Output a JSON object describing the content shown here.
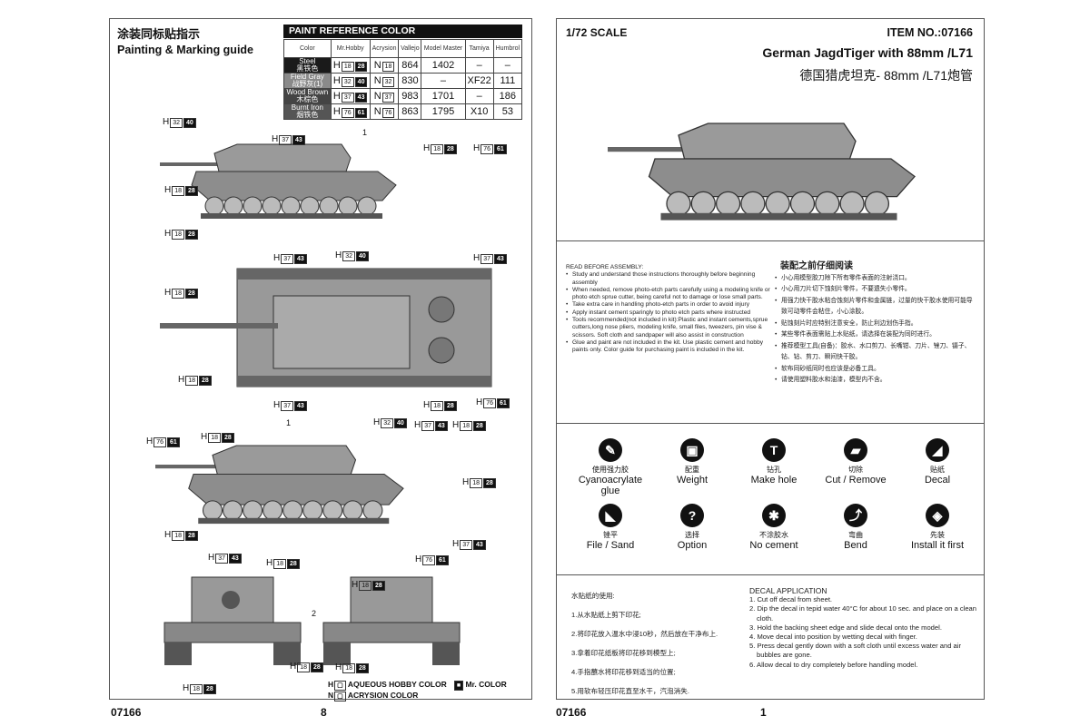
{
  "left_page": {
    "title_cn": "涂装同标贴指示",
    "title_en": "Painting & Marking guide",
    "paint_table": {
      "title": "PAINT  REFERENCE COLOR",
      "headers": [
        "Color",
        "Mr.Hobby",
        "Acrysion",
        "Vallejo",
        "Model Master",
        "Tamiya",
        "Humbrol"
      ],
      "rows": [
        {
          "color_en": "Steel",
          "color_cn": "黑铁色",
          "swatch": "#1a1a1a",
          "h_a": "18",
          "h_b": "28",
          "n": "18",
          "vallejo": "864",
          "model_master": "1402",
          "tamiya": "–",
          "humbrol": "–"
        },
        {
          "color_en": "Field Gray",
          "color_cn": "战野灰(1)",
          "swatch": "#8a8a8a",
          "h_a": "32",
          "h_b": "40",
          "n": "32",
          "vallejo": "830",
          "model_master": "–",
          "tamiya": "XF22",
          "humbrol": "111"
        },
        {
          "color_en": "Wood Brown",
          "color_cn": "木棕色",
          "swatch": "#444",
          "h_a": "37",
          "h_b": "43",
          "n": "37",
          "vallejo": "983",
          "model_master": "1701",
          "tamiya": "–",
          "humbrol": "186"
        },
        {
          "color_en": "Burnt Iron",
          "color_cn": "烟铁色",
          "swatch": "#555",
          "h_a": "76",
          "h_b": "61",
          "n": "76",
          "vallejo": "863",
          "model_master": "1795",
          "tamiya": "X10",
          "humbrol": "53"
        }
      ]
    },
    "callouts": [
      [
        "32",
        "40"
      ],
      [
        "37",
        "43"
      ],
      [
        "18",
        "28"
      ],
      [
        "76",
        "61"
      ],
      [
        "18",
        "28"
      ],
      [
        "18",
        "28"
      ],
      [
        "37",
        "43"
      ],
      [
        "32",
        "40"
      ],
      [
        "37",
        "43"
      ],
      [
        "18",
        "28"
      ],
      [
        "18",
        "28"
      ],
      [
        "37",
        "43"
      ],
      [
        "18",
        "28"
      ],
      [
        "76",
        "61"
      ],
      [
        "37",
        "43"
      ],
      [
        "18",
        "28"
      ],
      [
        "76",
        "61"
      ],
      [
        "18",
        "28"
      ],
      [
        "32",
        "40"
      ],
      [
        "18",
        "28"
      ],
      [
        "18",
        "28"
      ],
      [
        "37",
        "43"
      ],
      [
        "18",
        "28"
      ],
      [
        "76",
        "61"
      ],
      [
        "37",
        "43"
      ],
      [
        "18",
        "28"
      ],
      [
        "18",
        "28"
      ],
      [
        "18",
        "28"
      ],
      [
        "18",
        "28"
      ]
    ],
    "callout_prefix": "H",
    "pointer_labels": [
      "1",
      "1",
      "2"
    ],
    "legend": {
      "aqueous": "AQUEOUS HOBBY COLOR",
      "acrysion": "ACRYSION COLOR",
      "mr_color": "Mr. COLOR",
      "h": "H",
      "n": "N"
    },
    "footer_code": "07166",
    "page_number": "8"
  },
  "right_page": {
    "scale": "1/72 SCALE",
    "item_no": "ITEM NO.:07166",
    "title_en": "German JagdTiger with 88mm /L71",
    "title_cn": "德国猎虎坦克- 88mm /L71炮管",
    "read_before": {
      "title": "READ BEFORE ASSEMBLY:",
      "items": [
        "Study and understand those instructions thoroughly before beginning assembly",
        "When needed, remove photo-etch parts carefully using a modeling knife or photo etch sprue cutter, being careful not to damage or lose small parts.",
        "Take extra care in handling photo-etch parts in order to avoid injury",
        "Apply instant cement sparingly to photo etch parts where instructed",
        "Tools recommended(not included in kit):Plastic and instant cements,sprue cutters,long nose pliers, modeling knife, small files, tweezers, pin vise & scissors. Soft cloth and sandpaper will also assist in construction",
        "Glue and paint are not included in the kit. Use plastic cement and hobby paints only. Color guide for purchasing paint is included in the kit."
      ]
    },
    "read_before_cn": {
      "title": "装配之前仔细阅读",
      "items": [
        "小心用模型胶刀除下所有零件表面的注射浇口。",
        "小心用刀片切下蚀刻片零件，不要遗失小零件。",
        "用强力快干胶水粘合蚀刻片零件和金属链，过量的快干胶水使用可能导致可动零件会粘住，小心涂胶。",
        "贴蚀刻片时应特别注意安全，防止利边划伤手指。",
        "某些零件表面需贴上水贴纸，请选择在装配为同时进行。",
        "推荐模型工具(自备)：胶水、水口剪刀、长嘴钳、刀片、锉刀、镊子、钻、钻、剪刀、瞬间快干胶。",
        "软布同砂纸同时也应该是必备工具。",
        "请使用塑料胶水和油漆，模型内不含。"
      ]
    },
    "symbols": [
      {
        "cn": "使用强力胶",
        "en": "Cyanoacrylate glue",
        "glyph": "glue-icon",
        "char": "✎"
      },
      {
        "cn": "配重",
        "en": "Weight",
        "glyph": "weight-icon",
        "char": "▣"
      },
      {
        "cn": "钻孔",
        "en": "Make hole",
        "glyph": "drill-icon",
        "char": "T"
      },
      {
        "cn": "切除",
        "en": "Cut / Remove",
        "glyph": "cut-icon",
        "char": "▰"
      },
      {
        "cn": "贴纸",
        "en": "Decal",
        "glyph": "decal-icon",
        "char": "◢"
      },
      {
        "cn": "锉平",
        "en": "File / Sand",
        "glyph": "file-icon",
        "char": "◣"
      },
      {
        "cn": "选择",
        "en": "Option",
        "glyph": "question-icon",
        "char": "?"
      },
      {
        "cn": "不涂胶水",
        "en": "No cement",
        "glyph": "no-cement-icon",
        "char": "✱"
      },
      {
        "cn": "弯曲",
        "en": "Bend",
        "glyph": "bend-icon",
        "char": "⤴"
      },
      {
        "cn": "先装",
        "en": "Install it first",
        "glyph": "install-first-icon",
        "char": "◈"
      }
    ],
    "decal_cn": {
      "title": "水贴纸的使用:",
      "items": [
        "1.从水贴纸上剪下印花;",
        "2.将印花放入温水中浸10秒，然后放在干净布上.",
        "3.拿着印花纸板将印花移到模型上;",
        "4.手指蘸水将印花移到适当的位置;",
        "5.用软布轻压印花直至水干，汽泡消失."
      ]
    },
    "decal_en": {
      "title": "DECAL APPLICATION",
      "items": [
        "1. Cut off decal from sheet.",
        "2. Dip the decal in tepid water 40°C for about 10 sec. and place on a clean cloth.",
        "3. Hold the backing sheet edge and slide decal onto the model.",
        "4. Move decal into position by wetting decal with finger.",
        "5. Press decal gently down with a soft cloth until excess water and air bubbles are gone.",
        "6. Allow decal to dry completely before handling model."
      ]
    },
    "footer_code": "07166",
    "page_number": "1"
  }
}
